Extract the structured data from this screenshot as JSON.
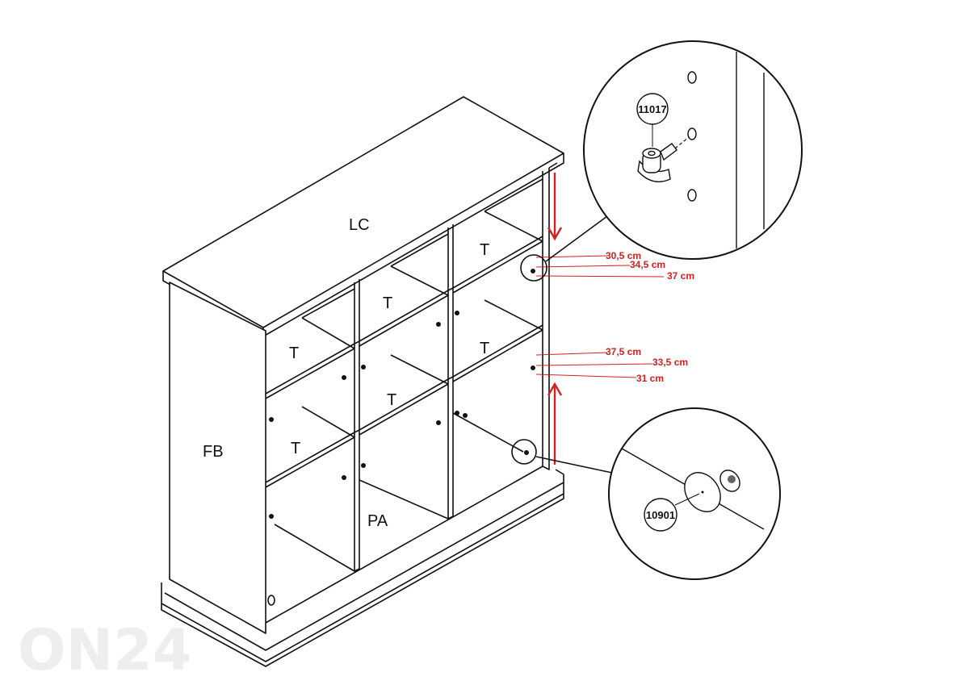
{
  "panel_labels": {
    "top": "LC",
    "side": "FB",
    "back": "PA",
    "shelf": "T"
  },
  "callouts": {
    "top_part": "11017",
    "bottom_part": "10901"
  },
  "measurements_upper": [
    "30,5 cm",
    "34,5 cm",
    "37 cm"
  ],
  "measurements_lower": [
    "37,5 cm",
    "33,5 cm",
    "31 cm"
  ],
  "watermark": "ON24",
  "colors": {
    "line": "#111111",
    "measure": "#d42020",
    "arrow": "#d42020",
    "watermark": "#eeeeee"
  }
}
